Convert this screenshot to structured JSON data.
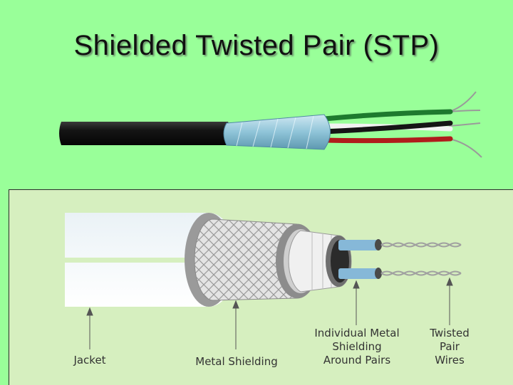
{
  "title": "Shielded Twisted Pair (STP)",
  "labels": {
    "jacket": "Jacket",
    "metal_shielding": "Metal Shielding",
    "individual_line1": "Individual Metal",
    "individual_line2": "Shielding",
    "individual_line3": "Around Pairs",
    "twisted_line1": "Twisted",
    "twisted_line2": "Pair",
    "twisted_line3": "Wires"
  },
  "colors": {
    "background": "#99ff99",
    "panel": "#d6efbf",
    "jacket_photo": "#1f1f1f",
    "foil": "#8fc4d8",
    "wire_green": "#1e7a2e",
    "wire_black": "#151515",
    "wire_white": "#f2f2f2",
    "wire_red": "#b01c1c",
    "diagram_pair": "#86b8d8"
  }
}
